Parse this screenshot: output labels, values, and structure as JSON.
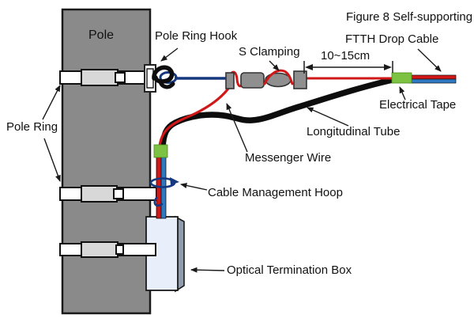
{
  "diagram": {
    "labels": {
      "pole": "Pole",
      "pole_ring": "Pole Ring",
      "pole_ring_hook": "Pole Ring Hook",
      "s_clamping": "S Clamping",
      "dimension": "10~15cm",
      "cable_title_line1": "Figure 8 Self-supporting",
      "cable_title_line2": "FTTH Drop Cable",
      "electrical_tape": "Electrical Tape",
      "longitudinal_tube": "Longitudinal Tube",
      "messenger_wire": "Messenger Wire",
      "cable_management_hoop": "Cable Management Hoop",
      "optical_termination_box": "Optical Termination Box"
    },
    "colors": {
      "pole_gray": "#8a8a8a",
      "ring_white": "#ffffff",
      "buckle_gray": "#d8d8d8",
      "wire_red": "#d01818",
      "messenger_navy": "#16387f",
      "cable_blue": "#2f79c2",
      "tube_black": "#0d0d0d",
      "tape_green": "#7dc242",
      "clamp_gray": "#8f8f8f",
      "box_face": "#e9effa",
      "box_side": "#8f9dae",
      "arrow_black": "#1a1a1a"
    }
  }
}
